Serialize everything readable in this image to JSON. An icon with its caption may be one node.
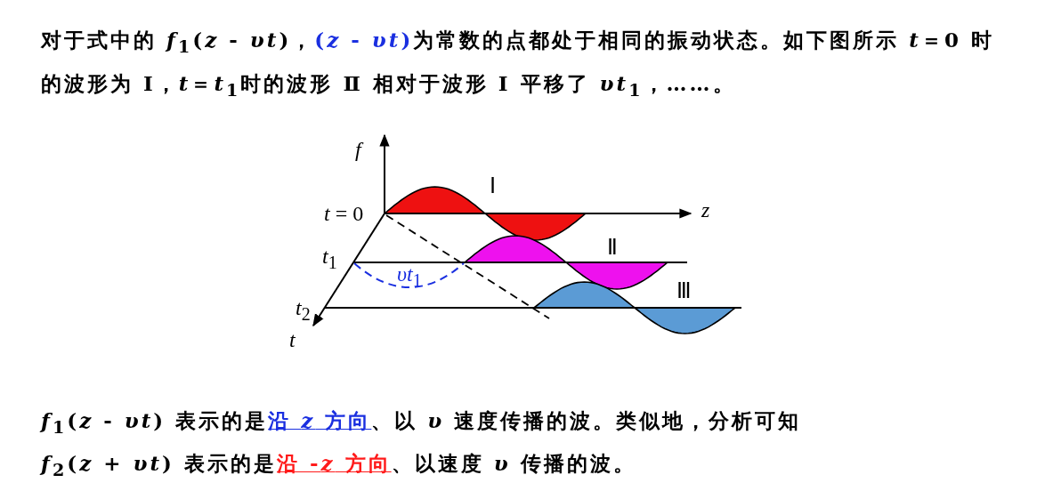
{
  "diagram": {
    "labels": [
      "对于式中的 *f*$_{1}$(*z* - *υt*)，",
      "(*z* - *υt*)",
      "为常数的点都处于相同的振动状态。如下图所示 *t*＝0 时的波形为 Ⅰ，*t*＝*t*$_{1}$时的波形 Ⅱ 相对于波形 Ⅰ 平移了 *υt*$_{1}$，……。",
      "f",
      "Ⅰ",
      "*t* = 0",
      "z",
      "*t*$_{1}$",
      "Ⅱ",
      "*υt*$_{1}$",
      "*t*$_{2}$",
      "Ⅲ",
      "t",
      "*f*$_{1}$(*z* - *υt*) 表示的是",
      "沿 *z* 方向",
      "、以 *υ* 速度传播的波。类似地，分析可知",
      "*f*$_{2}$(*z* + *υt*) 表示的是",
      "沿 -*z* 方向",
      "、以速度 *υ* 传播的波。"
    ]
  }
}
